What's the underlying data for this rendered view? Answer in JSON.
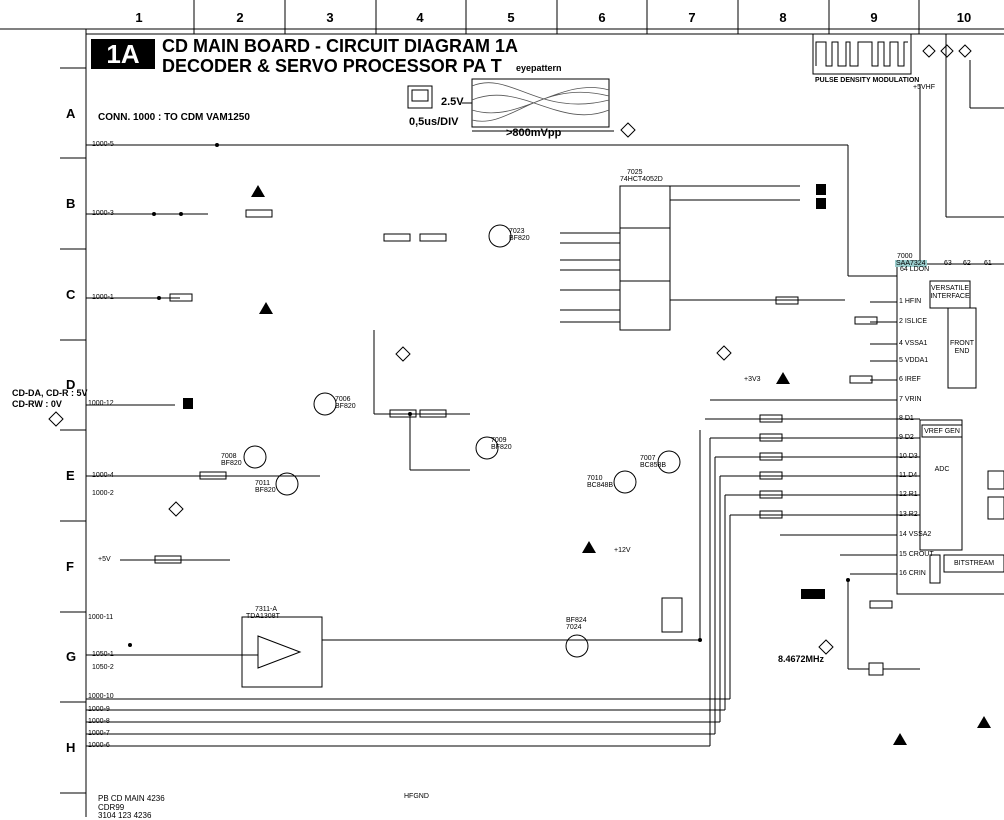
{
  "columns": [
    "1",
    "2",
    "3",
    "4",
    "5",
    "6",
    "7",
    "8",
    "9",
    "10"
  ],
  "rows": [
    "A",
    "B",
    "C",
    "D",
    "E",
    "F",
    "G",
    "H"
  ],
  "header": {
    "badge": "1A",
    "title_line1": "CD MAIN BOARD - CIRCUIT DIAGRAM 1A",
    "title_line2": "DECODER & SERVO PROCESSOR PA  T",
    "eyepattern_label": "eyepattern",
    "volt_label": "2.5V",
    "time_label": "0,5us/DIV",
    "vpp_label": ">800mVpp",
    "pdm_label": "PULSE DENSITY MODULATION"
  },
  "connector_note": "CONN. 1000 : TO CDM VAM1250",
  "cd_mode_note": {
    "line1": "CD-DA, CD-R : 5V",
    "line2": "CD-RW : 0V"
  },
  "crystal_label": "8.4672MHz",
  "footer": {
    "line1": "PB CD MAIN 4236",
    "line2": "CDR99",
    "line3": "3104 123 4236"
  },
  "ic": {
    "id": "7000",
    "part": "SAA7324",
    "blocks": [
      "VERSATILE INTERFACE",
      "FRONT END",
      "ADC",
      "BITSTREAM",
      "VREF GEN"
    ],
    "left_pins": [
      {
        "num": "1",
        "name": "HFIN"
      },
      {
        "num": "2",
        "name": "ISLICE"
      },
      {
        "num": "4",
        "name": "VSSA1"
      },
      {
        "num": "5",
        "name": "VDDA1"
      },
      {
        "num": "6",
        "name": "IREF"
      },
      {
        "num": "7",
        "name": "VRIN"
      },
      {
        "num": "8",
        "name": "D1"
      },
      {
        "num": "9",
        "name": "D2"
      },
      {
        "num": "10",
        "name": "D3"
      },
      {
        "num": "11",
        "name": "D4"
      },
      {
        "num": "12",
        "name": "R1"
      },
      {
        "num": "13",
        "name": "R2"
      },
      {
        "num": "14",
        "name": "VSSA2"
      },
      {
        "num": "15",
        "name": "CROUT"
      },
      {
        "num": "16",
        "name": "CRIN"
      }
    ],
    "top_pins": [
      "64 LDON",
      "63",
      "62",
      "61"
    ]
  },
  "mux": {
    "id": "7025",
    "part": "74HCT4052D"
  },
  "opamp": {
    "id": "7311-A",
    "part": "TDA1308T"
  },
  "transistors": [
    {
      "id": "7023",
      "part": "BF820"
    },
    {
      "id": "7006",
      "part": "BF820"
    },
    {
      "id": "7009",
      "part": "BF820"
    },
    {
      "id": "7008",
      "part": "BF820"
    },
    {
      "id": "7011",
      "part": "BF820"
    },
    {
      "id": "7010",
      "part": "BC848B"
    },
    {
      "id": "7007",
      "part": "BC858B"
    },
    {
      "id": "7024",
      "part": "BF824"
    }
  ],
  "connector_pins": [
    "1000-5",
    "1000-3",
    "1000-1",
    "1000-12",
    "1000-4",
    "1000-2",
    "1000-11",
    "1050-1",
    "1050-2",
    "1000-10",
    "1000-9",
    "1000-8",
    "1000-7",
    "1000-6"
  ],
  "supply_labels": [
    "+5VHF",
    "+3V3",
    "+12V",
    "+5V",
    "HFGND"
  ]
}
